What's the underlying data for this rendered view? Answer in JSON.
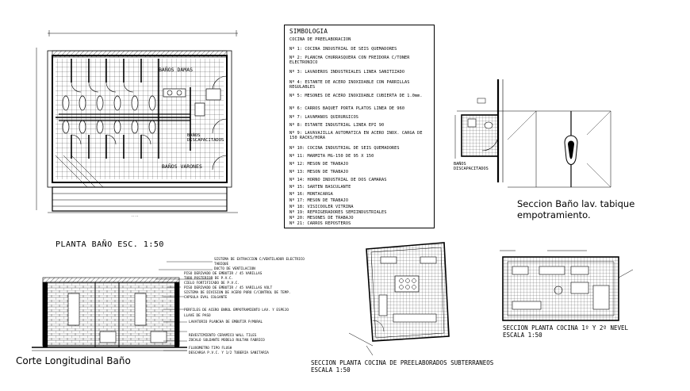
{
  "legend": {
    "title": "SIMBOLOGIA",
    "items": [
      "COCINA DE PREELABORACION",
      "Nº 1: COCINA INDUSTRIAL DE SEIS QUEMADORES",
      "Nº 2: PLANCHA CHURRASQUERA CON FREIDORA C/TONER ELECTRONICO",
      "Nº 3: LAVADEROS INDUSTRIALES LINEA SANITIZADO",
      "Nº 4: ESTANTE DE ACERO INOXIDABLE CON PARRILLAS REGULABLES",
      "Nº 5: MESONES DE ACERO INOXIDABLE CUBIERTA DE 1.0mm.",
      "Nº 6: CARROS BAQUET PORTA PLATOS LINEA DE 960",
      "Nº 7: LAVAMANOS QUIRURGICOS",
      "Nº 8: ESTANTE INDUSTRIAL LINEA EPI 90",
      "Nº 9: LAVAVAJILLA AUTOMATICA EN ACERO INOX. CARGA DE 150 RACKS/HORA",
      "Nº 10: COCINA INDUSTRIAL DE SEIS QUEMADORES",
      "Nº 11: MARMITA MG-150 DE 95 X 150",
      "Nº 12: MESON DE TRABAJO",
      "Nº 13: MESON DE TRABAJO",
      "Nº 14: HORNO INDUSTRIAL DE DOS CAMARAS",
      "Nº 15: SARTEN BASCULANTE",
      "Nº 16: MONTACARGA",
      "Nº 17: MESON DE TRABAJO",
      "Nº 18: VISICOOLER VITRINA",
      "Nº 19: REFRIGERADORES SEMIINDUSTRIALES",
      "Nº 20: MESONES DE TRABAJO",
      "Nº 21: CARROS REPOSTEROS"
    ]
  },
  "plan_labels": {
    "banos_damas": "BAÑOS DAMAS",
    "banos_discapacitados": "BAÑOS DISCAPACITADOS",
    "banos_varones": "BAÑOS VARONES",
    "banos_discapacitados_small": "BAÑOS DISCAPACITADOS"
  },
  "captions": {
    "planta_bano": "PLANTA BAÑO ESC. 1:50",
    "corte_longitudinal": "Corte Longitudinal Baño",
    "seccion_bano_line1": "Seccion Baño lav. tabique",
    "seccion_bano_line2": "empotramiento.",
    "seccion_cocina_sub_line1": "SECCION PLANTA COCINA DE PREELABORADOS SUBTERRANEOS",
    "seccion_cocina_sub_line2": "ESCALA 1:50",
    "seccion_cocina_nivel_line1": "SECCION PLANTA COCINA 1º Y 2º NEVEL",
    "seccion_cocina_nivel_line2": "ESCALA 1:50"
  },
  "section_notes": [
    "SISTEMA DE EXTRACCION C/VENTILADOR ELECTRICO",
    "TABIQUE",
    "DUCTO DE VENTILACION",
    "PISO DERIVADO DE EMBUTIR / 45 VARILLAS",
    "TUBO POSTERIOR DE P.V.C.",
    "CIELO FORTIFICADO DE P.V.C.",
    "PISO DERIVADO DE EMBUTIR / 45 VARILLAS VOLT",
    "SISTEMA DE DIVISION DE ACERO PURO C/CONTROL DE TEMP.",
    "CAPSULA EVAL COLGANTE",
    "PERFILES DE ACERO ENROL EMPOTRAMIENTO LAV. Y ESPEJO",
    "LLAVE DE PASO",
    "LAVATORIO PLANCHA DE EMBUTIR P/MURAL",
    "REVESTIMIENTO CERAMICO WALL TILES",
    "ZOCALO SOLDANTE MODELO RULTAN FABRICO",
    "FLUXOMETRO TIPO FLUSH",
    "DESCARGA P.V.C. Y 1/2 TUBERIA SANITARIA"
  ]
}
